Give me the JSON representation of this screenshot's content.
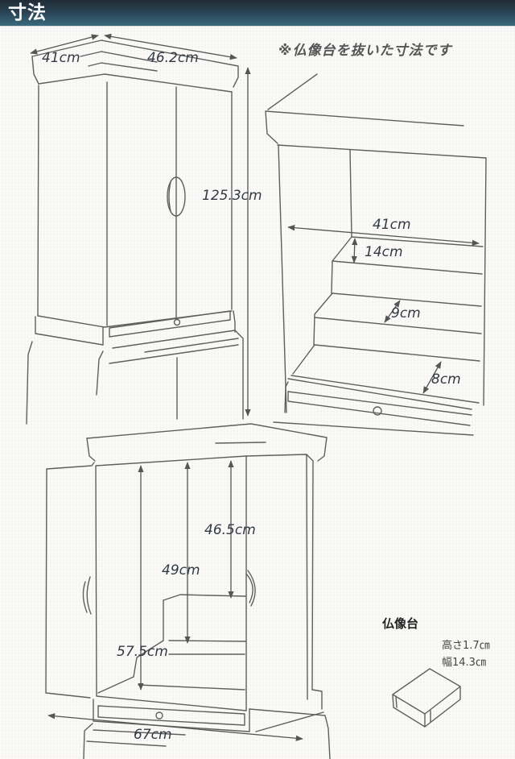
{
  "header": {
    "title": "寸法",
    "gradient_top": "#1f2b36",
    "gradient_bottom": "#3a6a7e"
  },
  "note": "※仏像台を抜いた寸法です",
  "closed_view": {
    "depth": "41cm",
    "width": "46.2cm",
    "height": "125.3cm"
  },
  "interior_view": {
    "inner_width": "41cm",
    "step_depths": [
      "14cm",
      "9cm",
      "8cm"
    ]
  },
  "open_view": {
    "heights": [
      "46.5cm",
      "49cm",
      "57.5cm"
    ],
    "open_width": "67cm"
  },
  "statue_stand": {
    "title": "仏像台",
    "height": "高さ1.7㎝",
    "width": "幅14.3㎝"
  },
  "colors": {
    "line": "#5a5a5a",
    "text": "#333a45"
  }
}
